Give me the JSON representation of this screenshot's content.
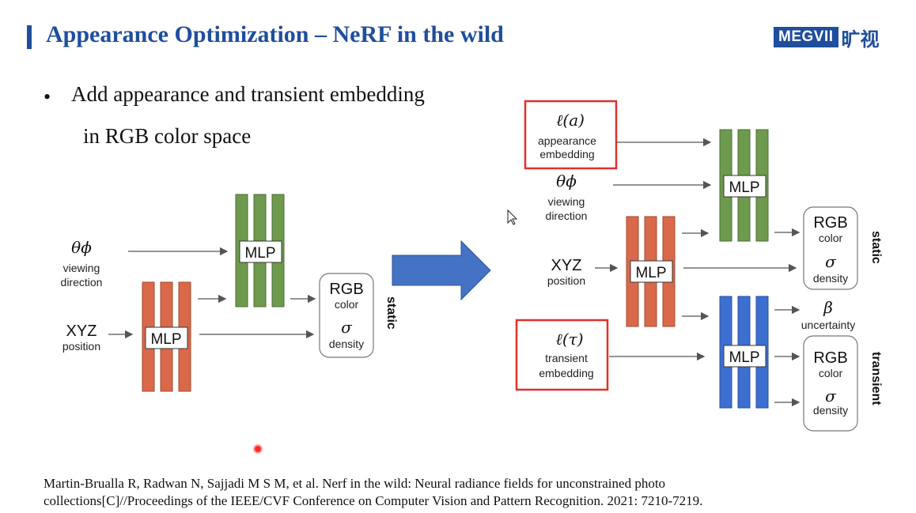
{
  "header": {
    "title": "Appearance Optimization – NeRF in the wild",
    "logo_text": "MEGVII",
    "logo_cn": "旷视"
  },
  "bullet": {
    "symbol": "•",
    "line1": "Add appearance and transient embedding",
    "line2": "in RGB color space"
  },
  "left_diagram": {
    "theta_phi": "θϕ",
    "viewing_direction_1": "viewing",
    "viewing_direction_2": "direction",
    "xyz": "XYZ",
    "position": "position",
    "mlp_orange": "MLP",
    "mlp_green": "MLP",
    "rgb": "RGB",
    "color": "color",
    "sigma": "σ",
    "density": "density",
    "static": "static"
  },
  "right_diagram": {
    "appearance_symbol": "ℓ(a)",
    "appearance_1": "appearance",
    "appearance_2": "embedding",
    "theta_phi": "θϕ",
    "viewing_direction_1": "viewing",
    "viewing_direction_2": "direction",
    "xyz": "XYZ",
    "position": "position",
    "mlp_orange": "MLP",
    "mlp_green": "MLP",
    "mlp_blue": "MLP",
    "transient_symbol": "ℓ(τ)",
    "transient_1": "transient",
    "transient_2": "embedding",
    "rgb_static": "RGB",
    "color_static": "color",
    "sigma_static": "σ",
    "density_static": "density",
    "static": "static",
    "beta": "β",
    "uncertainty": "uncertainty",
    "rgb_transient": "RGB",
    "color_transient": "color",
    "sigma_transient": "σ",
    "density_transient": "density",
    "transient": "transient"
  },
  "citation": {
    "line1": "Martin-Brualla R, Radwan N, Sajjadi M S M, et al. Nerf in the wild: Neural radiance fields for unconstrained photo",
    "line2": "collections[C]//Proceedings of the IEEE/CVF Conference on Computer Vision and Pattern Recognition. 2021: 7210-7219."
  },
  "colors": {
    "title_blue": "#1f4e9c",
    "mlp_orange": "#d9694a",
    "mlp_green": "#6e9a4e",
    "mlp_blue": "#3d6fd1",
    "highlight_red": "#e0302a",
    "arrow_blue": "#4472c4"
  },
  "icons": [
    "cursor-icon",
    "pointer-dot-icon"
  ]
}
